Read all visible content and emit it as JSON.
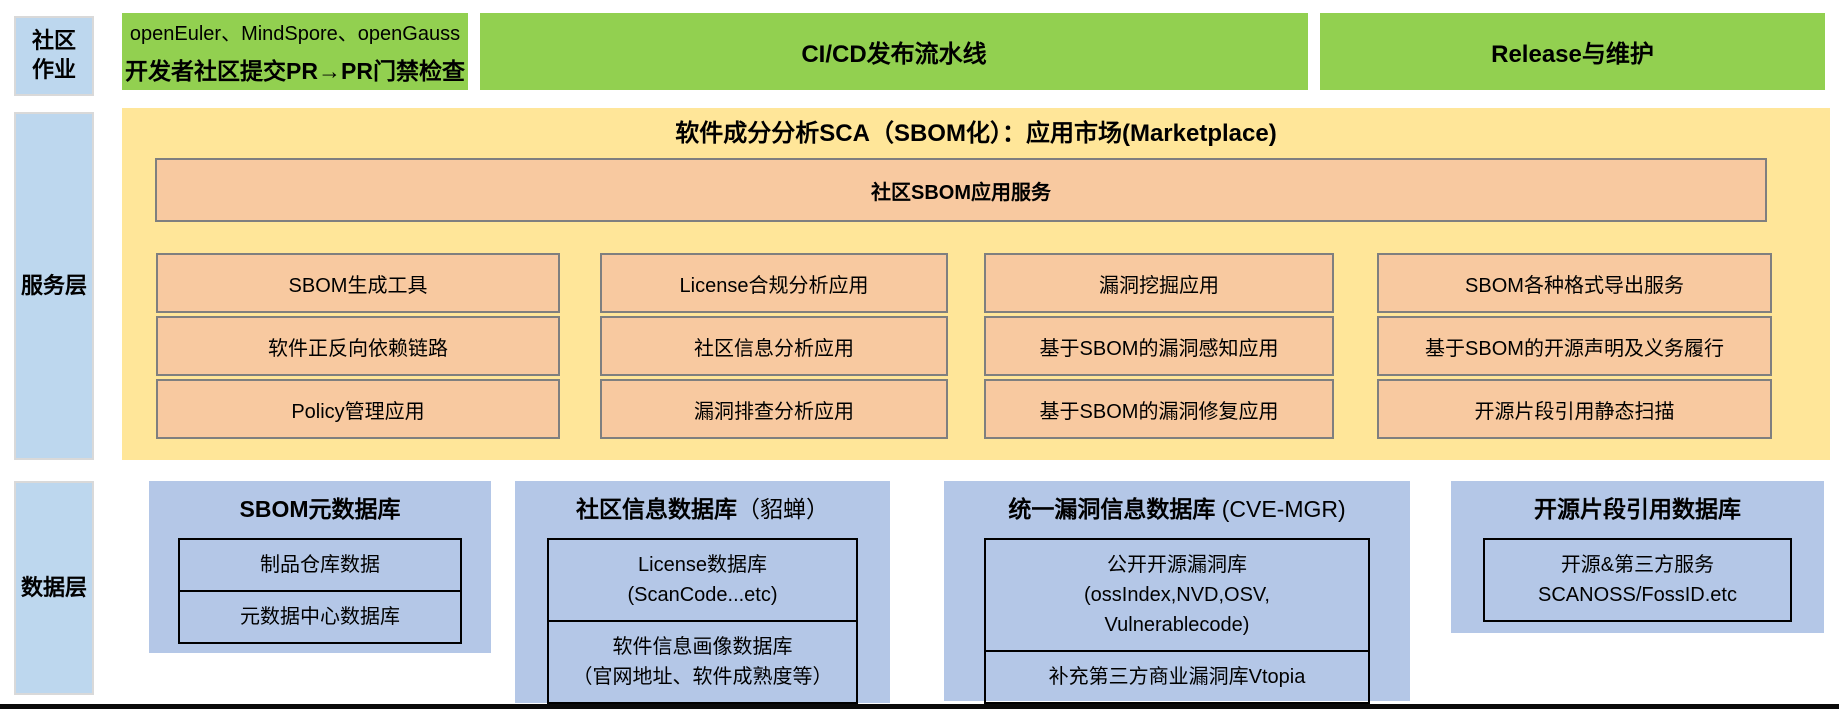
{
  "colors": {
    "pipeline_green": "#92d050",
    "rail_blue": "#bdd7ee",
    "service_yellow": "#ffe699",
    "app_orange": "#f8c9a0",
    "database_blue": "#b4c7e7",
    "box_border_gray": "#7f7f7f"
  },
  "left_rail": {
    "community": "社区\n作业",
    "service": "服务层",
    "data": "数据层"
  },
  "top_row": {
    "community_box": {
      "line1": "openEuler、MindSpore、openGauss",
      "line2": "开发者社区提交PR→PR门禁检查"
    },
    "cicd": "CI/CD发布流水线",
    "release": "Release与维护"
  },
  "service_layer": {
    "title": "软件成分分析SCA（SBOM化）：应用市场(Marketplace)",
    "platform": "社区SBOM应用服务",
    "columns": [
      {
        "cells": [
          "SBOM生成工具",
          "软件正反向依赖链路",
          "Policy管理应用"
        ]
      },
      {
        "cells": [
          "License合规分析应用",
          "社区信息分析应用",
          "漏洞排查分析应用"
        ]
      },
      {
        "cells": [
          "漏洞挖掘应用",
          "基于SBOM的漏洞感知应用",
          "基于SBOM的漏洞修复应用"
        ]
      },
      {
        "cells": [
          "SBOM各种格式导出服务",
          "基于SBOM的开源声明及义务履行",
          "开源片段引用静态扫描"
        ]
      }
    ]
  },
  "data_layer": {
    "databases": [
      {
        "title": "SBOM元数据库",
        "suffix": "",
        "items": [
          "制品仓库数据",
          "元数据中心数据库"
        ]
      },
      {
        "title": "社区信息数据库",
        "suffix": "（貂蝉）",
        "items": [
          "License数据库\n(ScanCode...etc)",
          "软件信息画像数据库\n（官网地址、软件成熟度等）"
        ]
      },
      {
        "title": "统一漏洞信息数据库",
        "suffix": " (CVE-MGR)",
        "items": [
          "公开开源漏洞库\n(ossIndex,NVD,OSV,\nVulnerablecode)",
          "补充第三方商业漏洞库Vtopia"
        ]
      },
      {
        "title": "开源片段引用数据库",
        "suffix": "",
        "items": [
          "开源&第三方服务\nSCANOSS/FossID.etc"
        ]
      }
    ]
  }
}
